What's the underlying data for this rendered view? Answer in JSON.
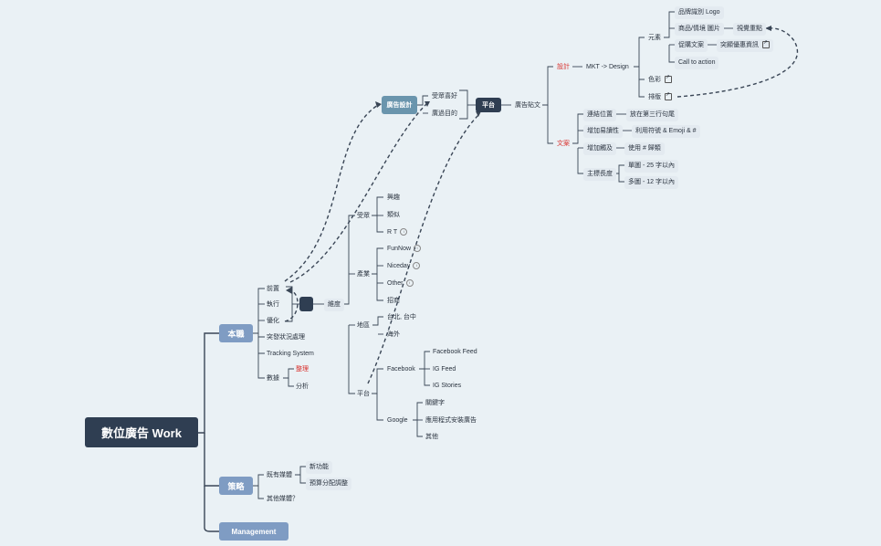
{
  "root": "數位廣告 Work",
  "main": {
    "benzhi": "本職",
    "celve": "策略",
    "management": "Management"
  },
  "benzhi_items": {
    "qianzhi": "前置",
    "zhixing": "執行",
    "youhua": "優化",
    "tufa": "突發狀況處理",
    "tracking": "Tracking System",
    "shuju": "數據",
    "zhengli": "整理",
    "fenxi": "分析"
  },
  "weidu": {
    "label": "維度",
    "shouzhong": "受眾",
    "xingqu": "興趣",
    "leisi": "類似",
    "rt": "R T",
    "chanye": "產業",
    "funnow": "FunNow",
    "niceday": "Niceday",
    "other": "Other",
    "zhaoshang": "招商",
    "diqu": "地區",
    "taibei": "台北, 台中",
    "haiwai": "海外",
    "pingtai": "平台",
    "facebook": "Facebook",
    "fbfeed": "Facebook Feed",
    "igfeed": "IG Feed",
    "igstories": "IG Stories",
    "google": "Google",
    "guanjianzi": "關鍵字",
    "appinstall": "應用程式安裝廣告",
    "qita": "其他"
  },
  "guanggao": {
    "sheji": "廣告設計",
    "shouzhongxihao": "受眾喜好",
    "touxingmudi": "廣過目的",
    "pingtai": "平台",
    "tiewen": "廣告貼文",
    "design": "設計",
    "mkt": "MKT -> Design",
    "yuansu": "元素",
    "logo": "品牌識別 Logo",
    "shangpin": "商品/情境 圖片",
    "shijue": "視覺重點",
    "cuxiao": "促購文案",
    "tuxian": "突顯優惠資訊",
    "cta": "Call to action",
    "secai": "色彩",
    "paiban": "排版",
    "wenan": "文案",
    "lianjie": "連結位置",
    "fangzai": "放在第三行句尾",
    "yuedu": "增加易讀性",
    "fuhao": "利用符號 & Emoji & #",
    "pugi": "增加觸及",
    "shiyong": "使用 # 歸類",
    "zhutu": "主標長度",
    "dantu": "單圖 - 25 字以內",
    "duotu": "多圖 - 12 字以內"
  },
  "celve_items": {
    "yiyou": "既有媒體",
    "xingongneng": "新功能",
    "yusuan": "預算分配調整",
    "qita": "其他媒體？"
  },
  "colors": {
    "background": "#eaf1f5",
    "root": "#2f3e52",
    "main": "#7f9cc3",
    "line": "#3a4656",
    "highlight": "#d9302c"
  }
}
